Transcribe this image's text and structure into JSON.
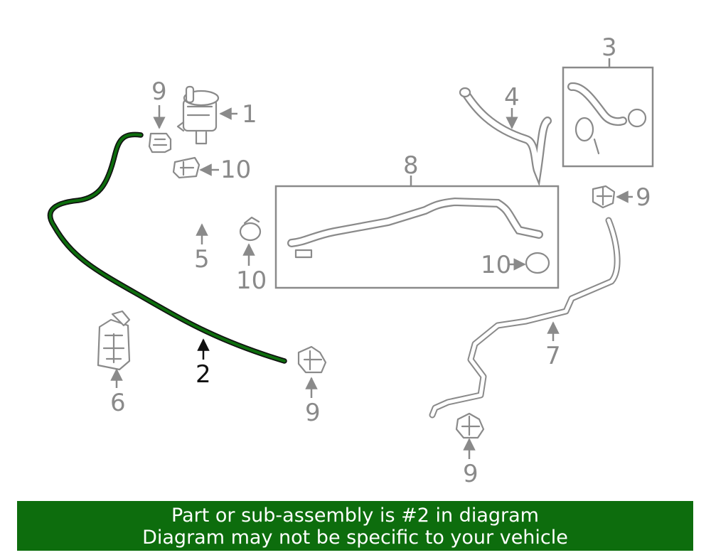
{
  "diagram": {
    "highlight_color": "#0d6d0d",
    "line_color": "#8a8a8a",
    "callouts": {
      "c1": "1",
      "c2": "2",
      "c3": "3",
      "c4": "4",
      "c5": "5",
      "c6": "6",
      "c7": "7",
      "c8": "8",
      "c9a": "9",
      "c9b": "9",
      "c9c": "9",
      "c9d": "9",
      "c10a": "10",
      "c10b": "10",
      "c10c": "10"
    }
  },
  "banner": {
    "line1": "Part or sub-assembly is #2 in diagram",
    "line2": "Diagram may not be specific to your vehicle",
    "color": "#0d6d0d"
  }
}
